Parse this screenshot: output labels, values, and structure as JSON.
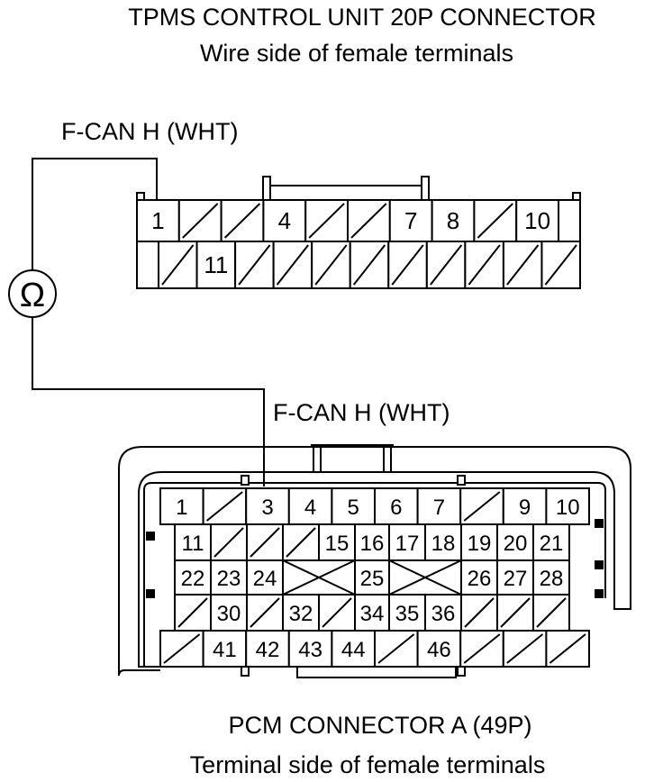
{
  "title_top": "TPMS CONTROL UNIT 20P CONNECTOR",
  "subtitle_top": "Wire side of female terminals",
  "wire_label_top": "F-CAN H (WHT)",
  "wire_label_bottom": "F-CAN H (WHT)",
  "ohmmeter_symbol": "Ω",
  "title_bottom": "PCM CONNECTOR A (49P)",
  "subtitle_bottom": "Terminal side of female terminals",
  "tpms_connector": {
    "row1": [
      "1",
      "",
      "",
      "4",
      "",
      "",
      "7",
      "8",
      "",
      "10"
    ],
    "row2": [
      "",
      "11",
      "",
      "",
      "",
      "",
      "",
      "",
      "",
      "",
      ""
    ]
  },
  "pcm_connector": {
    "row1": [
      "1",
      "",
      "3",
      "4",
      "5",
      "6",
      "7",
      "",
      "9",
      "10"
    ],
    "row2": [
      "11",
      "",
      "",
      "",
      "15",
      "16",
      "17",
      "18",
      "19",
      "20",
      "21"
    ],
    "row3": [
      "22",
      "23",
      "24",
      "X",
      "25",
      "X",
      "26",
      "27",
      "28"
    ],
    "row4": [
      "",
      "30",
      "",
      "32",
      "",
      "34",
      "35",
      "36",
      "",
      "",
      ""
    ],
    "row5": [
      "",
      "41",
      "42",
      "43",
      "44",
      "",
      "46",
      "",
      "",
      ""
    ]
  }
}
